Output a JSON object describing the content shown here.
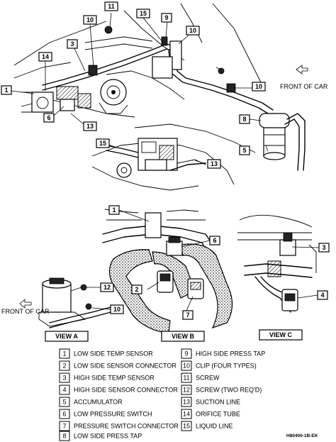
{
  "callouts": {
    "c1": "1",
    "c3": "3",
    "c5": "5",
    "c6": "6",
    "c8": "8",
    "c9": "9",
    "c10a": "10",
    "c10b": "10",
    "c11": "11",
    "c13a": "13",
    "c13b": "13",
    "c14": "14",
    "c15a": "15",
    "c15b": "15",
    "vb1": "1",
    "vb2": "2",
    "vb6": "6",
    "vb7": "7",
    "va12": "12",
    "va10": "10",
    "vc3": "3",
    "vc4": "4"
  },
  "labels": {
    "front_of_car_top": "FRONT OF CAR",
    "front_of_car_left": "FRONT OF CAR"
  },
  "views": {
    "a": "VIEW A",
    "b": "VIEW B",
    "c": "VIEW C"
  },
  "legend": {
    "left": [
      {
        "num": "1",
        "text": "LOW SIDE TEMP SENSOR"
      },
      {
        "num": "2",
        "text": "LOW SIDE SENSOR CONNECTOR"
      },
      {
        "num": "3",
        "text": "HIGH SIDE TEMP SENSOR"
      },
      {
        "num": "4",
        "text": "HIGH SIDE SENSOR CONNECTOR"
      },
      {
        "num": "5",
        "text": "ACCUMULATOR"
      },
      {
        "num": "6",
        "text": "LOW PRESSURE SWITCH"
      },
      {
        "num": "7",
        "text": "PRESSURE SWITCH CONNECTOR"
      },
      {
        "num": "8",
        "text": "LOW SIDE PRESS TAP"
      }
    ],
    "right": [
      {
        "num": "9",
        "text": "HIGH SIDE PRESS TAP"
      },
      {
        "num": "10",
        "text": "CLIP (FOUR TYPES)"
      },
      {
        "num": "11",
        "text": "SCREW"
      },
      {
        "num": "12",
        "text": "SCREW (TWO REQ'D)"
      },
      {
        "num": "13",
        "text": "SUCTION LINE"
      },
      {
        "num": "14",
        "text": "ORIFICE TUBE"
      },
      {
        "num": "15",
        "text": "LIQUID LINE"
      }
    ]
  },
  "figure_code": "H80400-1B-EK"
}
